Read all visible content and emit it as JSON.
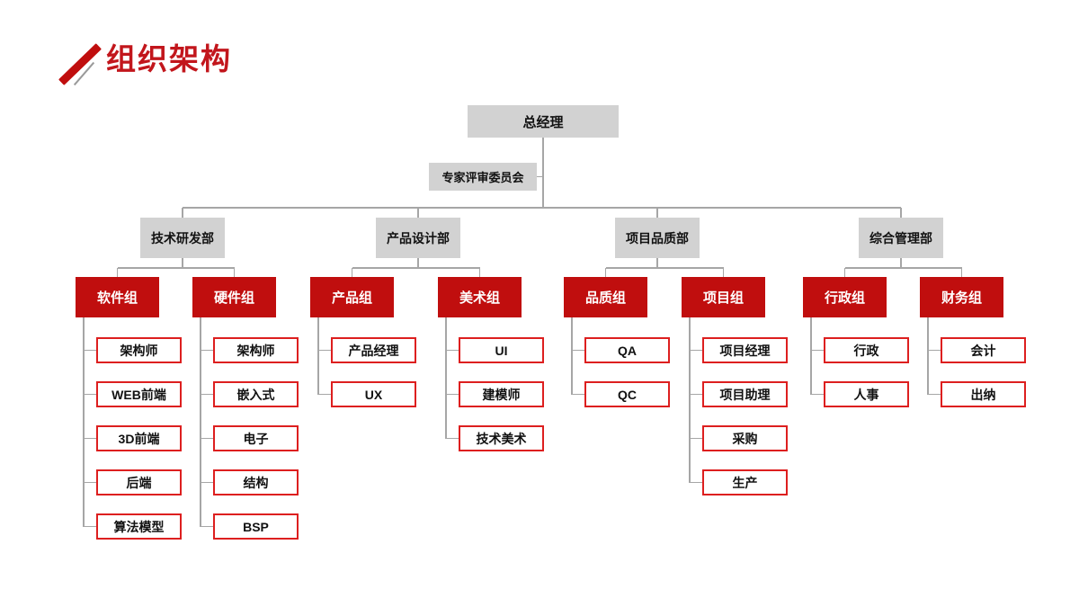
{
  "title": "组织架构",
  "colors": {
    "title_red": "#c2161c",
    "group_fill_red": "#c00e0e",
    "leaf_border_red": "#dd1f1f",
    "gray_box": "#d2d2d2",
    "connector_gray": "#a6a6a6",
    "background": "#ffffff"
  },
  "org": {
    "root_label": "总经理",
    "committee_label": "专家评审委员会",
    "departments": [
      {
        "label": "技术研发部",
        "groups": [
          {
            "label": "软件组",
            "members": [
              "架构师",
              "WEB前端",
              "3D前端",
              "后端",
              "算法模型"
            ]
          },
          {
            "label": "硬件组",
            "members": [
              "架构师",
              "嵌入式",
              "电子",
              "结构",
              "BSP"
            ]
          }
        ]
      },
      {
        "label": "产品设计部",
        "groups": [
          {
            "label": "产品组",
            "members": [
              "产品经理",
              "UX"
            ]
          },
          {
            "label": "美术组",
            "members": [
              "UI",
              "建模师",
              "技术美术"
            ]
          }
        ]
      },
      {
        "label": "项目品质部",
        "groups": [
          {
            "label": "品质组",
            "members": [
              "QA",
              "QC"
            ]
          },
          {
            "label": "项目组",
            "members": [
              "项目经理",
              "项目助理",
              "采购",
              "生产"
            ]
          }
        ]
      },
      {
        "label": "综合管理部",
        "groups": [
          {
            "label": "行政组",
            "members": [
              "行政",
              "人事"
            ]
          },
          {
            "label": "财务组",
            "members": [
              "会计",
              "出纳"
            ]
          }
        ]
      }
    ]
  }
}
